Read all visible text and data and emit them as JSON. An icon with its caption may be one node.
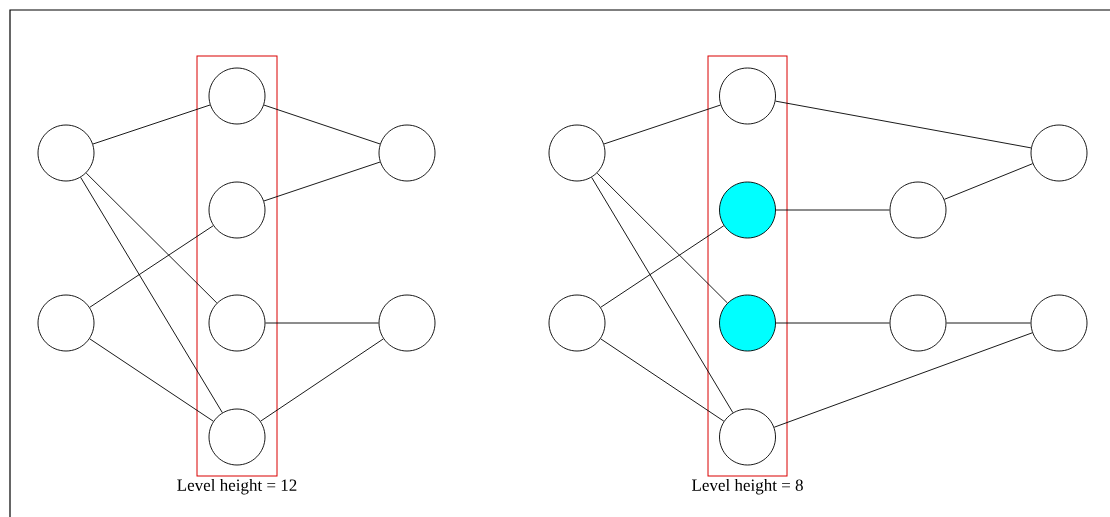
{
  "diagram": {
    "nodes": [
      {
        "text": [
          "Level height = 12"
        ]
      },
      {
        "text": [],
        "shape": "circle"
      },
      {
        "text": [],
        "shape": "circle"
      },
      {
        "text": [],
        "shape": "circle",
        "in": 0
      },
      {
        "text": [],
        "shape": "circle",
        "in": 0
      },
      {
        "text": [],
        "shape": "circle",
        "in": 0
      },
      {
        "text": [],
        "shape": "circle",
        "in": 0
      },
      {
        "text": [],
        "shape": "circle"
      },
      {
        "text": [],
        "shape": "circle"
      },
      {
        "text": [
          "Level height = 8"
        ]
      },
      {
        "text": [],
        "shape": "circle"
      },
      {
        "text": [],
        "shape": "circle"
      },
      {
        "text": [],
        "shape": "circle",
        "in": 9
      },
      {
        "text": [],
        "shape": "circle",
        "in": 9
      },
      {
        "text": [],
        "shape": "circle",
        "in": 9
      },
      {
        "text": [],
        "shape": "circle",
        "in": 9
      },
      {
        "text": [],
        "shape": "circle"
      },
      {
        "text": [],
        "shape": "circle"
      },
      {
        "text": [],
        "shape": "circle"
      },
      {
        "text": [],
        "shape": "circle"
      }
    ],
    "edges": [
      {
        "from": 1,
        "to": 3,
        "arrow": "none"
      },
      {
        "from": 1,
        "to": 5,
        "arrow": "none"
      },
      {
        "from": 1,
        "to": 6,
        "arrow": "none"
      },
      {
        "from": 2,
        "to": 4,
        "arrow": "none"
      },
      {
        "from": 2,
        "to": 6,
        "arrow": "none"
      },
      {
        "from": 3,
        "to": 7,
        "arrow": "none"
      },
      {
        "from": 4,
        "to": 7,
        "arrow": "none"
      },
      {
        "from": 5,
        "to": 8,
        "arrow": "none"
      },
      {
        "from": 6,
        "to": 8,
        "arrow": "none"
      },
      {
        "from": 10,
        "to": 12,
        "arrow": "none"
      },
      {
        "from": 10,
        "to": 14,
        "arrow": "none"
      },
      {
        "from": 10,
        "to": 15,
        "arrow": "none"
      },
      {
        "from": 11,
        "to": 13,
        "arrow": "none"
      },
      {
        "from": 11,
        "to": 15,
        "arrow": "none"
      },
      {
        "from": 12,
        "to": 18,
        "arrow": "none"
      },
      {
        "from": 13,
        "to": 16,
        "arrow": "none"
      },
      {
        "from": 16,
        "to": 18,
        "arrow": "none"
      },
      {
        "from": 14,
        "to": 17,
        "arrow": "none"
      },
      {
        "from": 17,
        "to": 19,
        "arrow": "none"
      },
      {
        "from": 15,
        "to": 19,
        "arrow": "none"
      }
    ]
  }
}
